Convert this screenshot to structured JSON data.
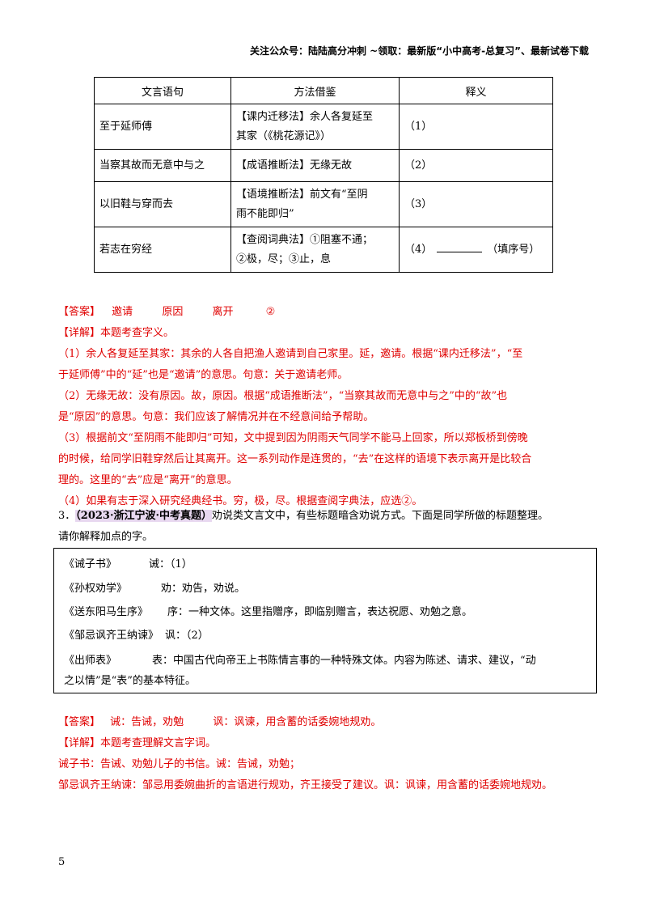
{
  "header": "关注公众号：陆陆高分冲刺 ~领取：最新版“小中高考-总复习”、最新试卷下载",
  "table": {
    "headers": [
      "文言语句",
      "方法借鉴",
      "释义"
    ],
    "rows": [
      {
        "sentence": "至于延师傅",
        "method_line1": "【课内迁移法】余人各复延至",
        "method_line2": "其家（《桃花源记》）",
        "answer": "（1）"
      },
      {
        "sentence": "当察其故而无意中与之",
        "method_line1": "【成语推断法】无缘无故",
        "method_line2": "",
        "answer": "（2）"
      },
      {
        "sentence": "以旧鞋与穿而去",
        "method_line1": "【语境推断法】前文有“至阴",
        "method_line2": "雨不能即归”",
        "answer": "（3）"
      },
      {
        "sentence": "若志在穷经",
        "method_line1": "【查阅词典法】①阻塞不通；",
        "method_line2": "②极，尽；③止，息",
        "answer": "（4）",
        "answer_suffix": "（填序号）"
      }
    ]
  },
  "q2": {
    "answer_label": "【答案】",
    "answers": [
      "邀请",
      "原因",
      "离开",
      "②"
    ],
    "detail_label": "【详解】",
    "detail_intro": "本题考查字义。",
    "p1_l1": "（1）余人各复延至其家：其余的人各自把渔人邀请到自己家里。延，邀请。根据“课内迁移法”，“至",
    "p1_l2": "于延师傅”中的“延”也是“邀请”的意思。句意：关于邀请老师。",
    "p2_l1": "（2）无缘无故：没有原因。故，原因。根据“成语推断法”，“当察其故而无意中与之”中的“故”也",
    "p2_l2": "是“原因”的意思。句意：我们应该了解情况并在不经意间给予帮助。",
    "p3_l1": "（3）根据前文“至阴雨不能即归”可知，文中提到因为阴雨天气同学不能马上回家，所以郑板桥到傍晚",
    "p3_l2": "的时候，给同学旧鞋穿然后让其离开。这一系列动作是连贯的，“去”在这样的语境下表示离开是比较合",
    "p3_l3": "理的。这里的“去”应是“离开”的意思。",
    "p4": "（4）如果有志于深入研究经典经书。穷，极，尽。根据查阅字典法，应选②。"
  },
  "q3": {
    "number": "3．",
    "tag": "（2023·浙江宁波·中考真题）",
    "stem_l1": "劝说类文言文中，有些标题暗含劝说方式。下面是同学所做的标题整理。",
    "stem_l2": "请你解释加点的字。",
    "items": [
      {
        "title": "《诫子书》",
        "note": "诫：（1）"
      },
      {
        "title": "《孙权劝学》",
        "note": "劝：劝告，劝说。"
      },
      {
        "title": "《送东阳马生序》",
        "note": "序：一种文体。这里指赠序，即临别赠言，表达祝愿、劝勉之意。"
      },
      {
        "title": "《邹忌讽齐王纳谏》",
        "note": "讽：（2）"
      },
      {
        "title": "《出师表》",
        "note": "表：中国古代向帝王上书陈情言事的一种特殊文体。内容为陈述、请求、建议，“动"
      }
    ],
    "item5_l2": "之以情”是“表”的基本特征。",
    "answer_label": "【答案】",
    "answer1": "诫：告诫，劝勉",
    "answer2": "讽：讽谏，用含蓄的话委婉地规劝。",
    "detail_label": "【详解】",
    "detail_intro": "本题考查理解文言字词。",
    "detail_l1": "诫子书：告诫、劝勉儿子的书信。诫：告诫，劝勉；",
    "detail_l2": "邹忌讽齐王纳谏：邹忌用委婉曲折的言语进行规劝，齐王接受了建议。讽：讽谏，用含蓄的话委婉地规劝。"
  },
  "page_number": "5"
}
